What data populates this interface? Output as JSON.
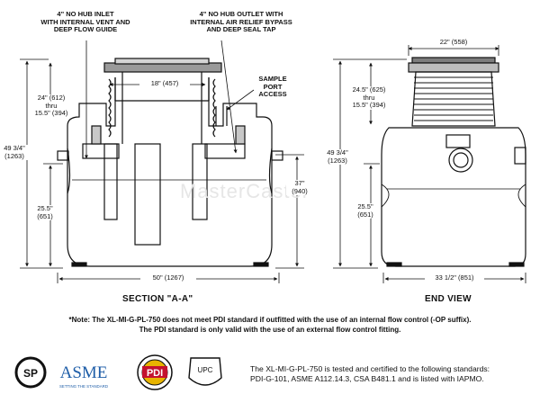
{
  "callouts": {
    "inlet": "4\" NO HUB INLET\nWITH INTERNAL VENT AND\nDEEP FLOW GUIDE",
    "outlet": "4\" NO HUB OUTLET WITH\nINTERNAL AIR RELIEF BYPASS\nAND DEEP SEAL TAP",
    "sample_port": "SAMPLE\nPORT\nACCESS"
  },
  "section_view": {
    "title": "SECTION \"A-A\"",
    "dim_inner_width": "18\" (457)",
    "dim_neck_height": "24\" (612)\nthru\n15.5\" (394)",
    "dim_total_height": "49 3/4\"\n(1263)",
    "dim_lower_height": "25.5\"\n(651)",
    "dim_outlet_height": "37\"\n(940)",
    "dim_total_width": "50\" (1267)"
  },
  "end_view": {
    "title": "END VIEW",
    "dim_top_width": "22\" (558)",
    "dim_neck_height": "24.5\" (625)\nthru\n15.5\" (394)",
    "dim_total_height": "49 3/4\"\n(1263)",
    "dim_lower_height": "25.5\"\n(651)",
    "dim_total_width": "33 1/2\" (851)"
  },
  "note": "*Note: The XL-MI-G-PL-750 does not meet PDI standard if outfitted with the use of an internal flow control (-OP suffix).\nThe PDI standard is only valid with the use of an external flow control fitting.",
  "certification": {
    "text": "The XL-MI-G-PL-750 is tested and certified to the following standards:\nPDI-G-101, ASME A112.14.3, CSA B481.1 and is listed with IAPMO.",
    "logos": {
      "csa": "SP",
      "asme": "ASME",
      "asme_tagline": "SETTING THE STANDARD",
      "pdi": "PDI",
      "upc": "UPC"
    }
  },
  "watermark": "MasterCaster"
}
